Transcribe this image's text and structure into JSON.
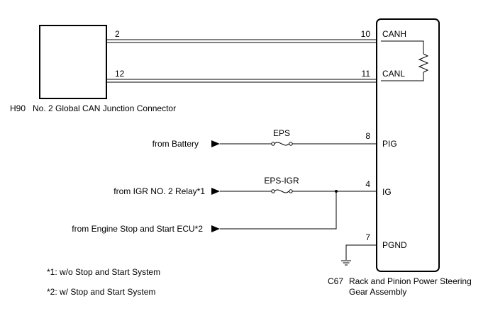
{
  "h90": {
    "code": "H90",
    "name": "No. 2 Global CAN Junction Connector",
    "pin_canh": "2",
    "pin_canl": "12"
  },
  "c67": {
    "code": "C67",
    "name_line1": "Rack and Pinion Power Steering",
    "name_line2": "Gear Assembly",
    "pins": [
      {
        "num": "10",
        "label": "CANH"
      },
      {
        "num": "11",
        "label": "CANL"
      },
      {
        "num": "8",
        "label": "PIG"
      },
      {
        "num": "4",
        "label": "IG"
      },
      {
        "num": "7",
        "label": "PGND"
      }
    ]
  },
  "inputs": {
    "battery": "from Battery",
    "igr_relay": "from IGR NO. 2 Relay*1",
    "engine_ecu": "from Engine Stop and Start ECU*2"
  },
  "fuses": {
    "eps": "EPS",
    "eps_igr": "EPS-IGR"
  },
  "notes": [
    "*1: w/o Stop and Start System",
    "*2: w/ Stop and Start System"
  ]
}
